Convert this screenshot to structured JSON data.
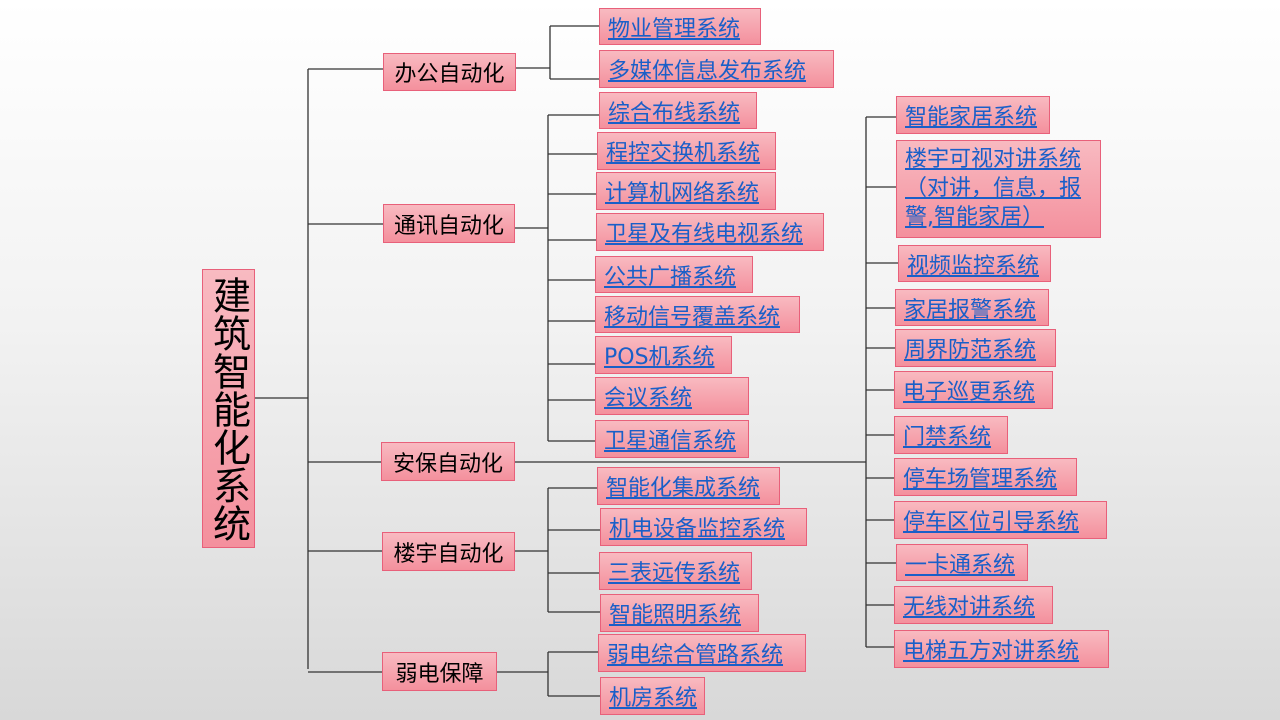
{
  "root": "建筑智能化系统",
  "branches": {
    "office": {
      "label": "办公自动化",
      "items": [
        "物业管理系统",
        "多媒体信息发布系统"
      ]
    },
    "comm": {
      "label": "通讯自动化",
      "items": [
        "综合布线系统",
        "程控交换机系统",
        "计算机网络系统",
        "卫星及有线电视系统",
        "公共广播系统",
        "移动信号覆盖系统",
        "POS机系统",
        "会议系统",
        "卫星通信系统"
      ]
    },
    "security": {
      "label": "安保自动化",
      "items": [
        "智能家居系统",
        "楼宇可视对讲系统（对讲，信息，报警,智能家居）",
        "视频监控系统",
        "家居报警系统",
        "周界防范系统",
        "电子巡更系统",
        "门禁系统",
        "停车场管理系统",
        "停车区位引导系统",
        "一卡通系统",
        "无线对讲系统",
        "电梯五方对讲系统"
      ]
    },
    "building": {
      "label": "楼宇自动化",
      "items": [
        "智能化集成系统",
        "机电设备监控系统",
        "三表远传系统",
        "智能照明系统"
      ]
    },
    "weak": {
      "label": "弱电保障",
      "items": [
        "弱电综合管路系统",
        "机房系统"
      ]
    }
  }
}
